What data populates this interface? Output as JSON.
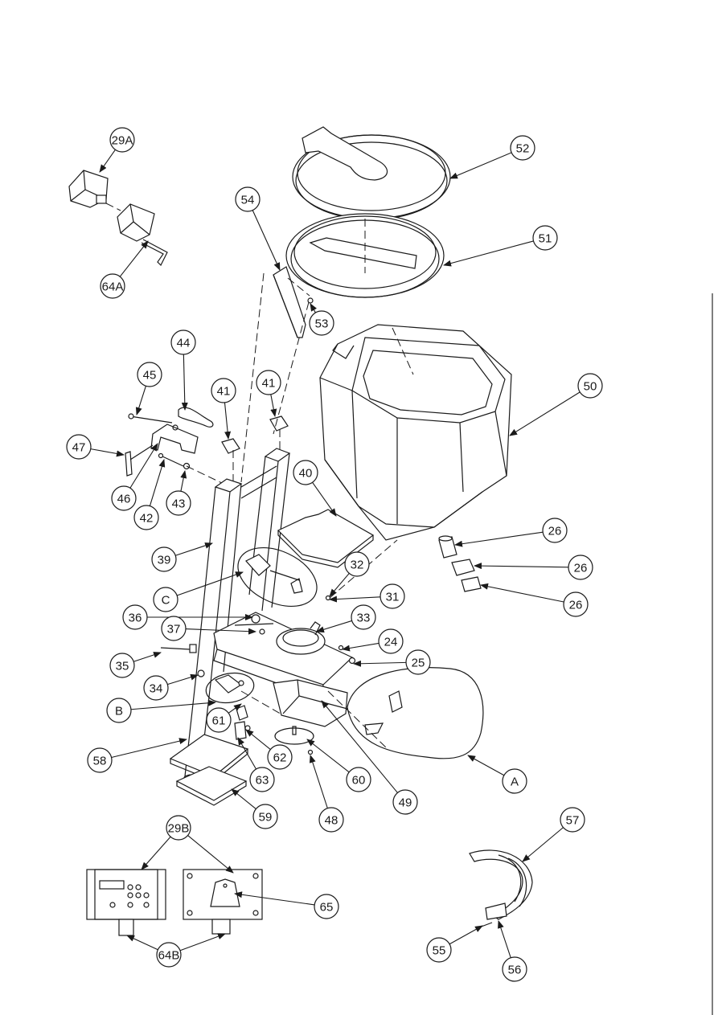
{
  "callouts": [
    {
      "id": "29A",
      "label": "29A"
    },
    {
      "id": "64A",
      "label": "64A"
    },
    {
      "id": "52",
      "label": "52"
    },
    {
      "id": "54",
      "label": "54"
    },
    {
      "id": "51",
      "label": "51"
    },
    {
      "id": "53",
      "label": "53"
    },
    {
      "id": "44",
      "label": "44"
    },
    {
      "id": "45",
      "label": "45"
    },
    {
      "id": "41a",
      "label": "41"
    },
    {
      "id": "41b",
      "label": "41"
    },
    {
      "id": "50",
      "label": "50"
    },
    {
      "id": "47",
      "label": "47"
    },
    {
      "id": "40",
      "label": "40"
    },
    {
      "id": "46",
      "label": "46"
    },
    {
      "id": "42",
      "label": "42"
    },
    {
      "id": "43",
      "label": "43"
    },
    {
      "id": "26a",
      "label": "26"
    },
    {
      "id": "26b",
      "label": "26"
    },
    {
      "id": "26c",
      "label": "26"
    },
    {
      "id": "39",
      "label": "39"
    },
    {
      "id": "32",
      "label": "32"
    },
    {
      "id": "C",
      "label": "C"
    },
    {
      "id": "31",
      "label": "31"
    },
    {
      "id": "36",
      "label": "36"
    },
    {
      "id": "33",
      "label": "33"
    },
    {
      "id": "37",
      "label": "37"
    },
    {
      "id": "24",
      "label": "24"
    },
    {
      "id": "35",
      "label": "35"
    },
    {
      "id": "25",
      "label": "25"
    },
    {
      "id": "34",
      "label": "34"
    },
    {
      "id": "B",
      "label": "B"
    },
    {
      "id": "61",
      "label": "61"
    },
    {
      "id": "58",
      "label": "58"
    },
    {
      "id": "62",
      "label": "62"
    },
    {
      "id": "63",
      "label": "63"
    },
    {
      "id": "60",
      "label": "60"
    },
    {
      "id": "A",
      "label": "A"
    },
    {
      "id": "49",
      "label": "49"
    },
    {
      "id": "59",
      "label": "59"
    },
    {
      "id": "48",
      "label": "48"
    },
    {
      "id": "57",
      "label": "57"
    },
    {
      "id": "29B",
      "label": "29B"
    },
    {
      "id": "65",
      "label": "65"
    },
    {
      "id": "55",
      "label": "55"
    },
    {
      "id": "64B",
      "label": "64B"
    },
    {
      "id": "56",
      "label": "56"
    }
  ]
}
